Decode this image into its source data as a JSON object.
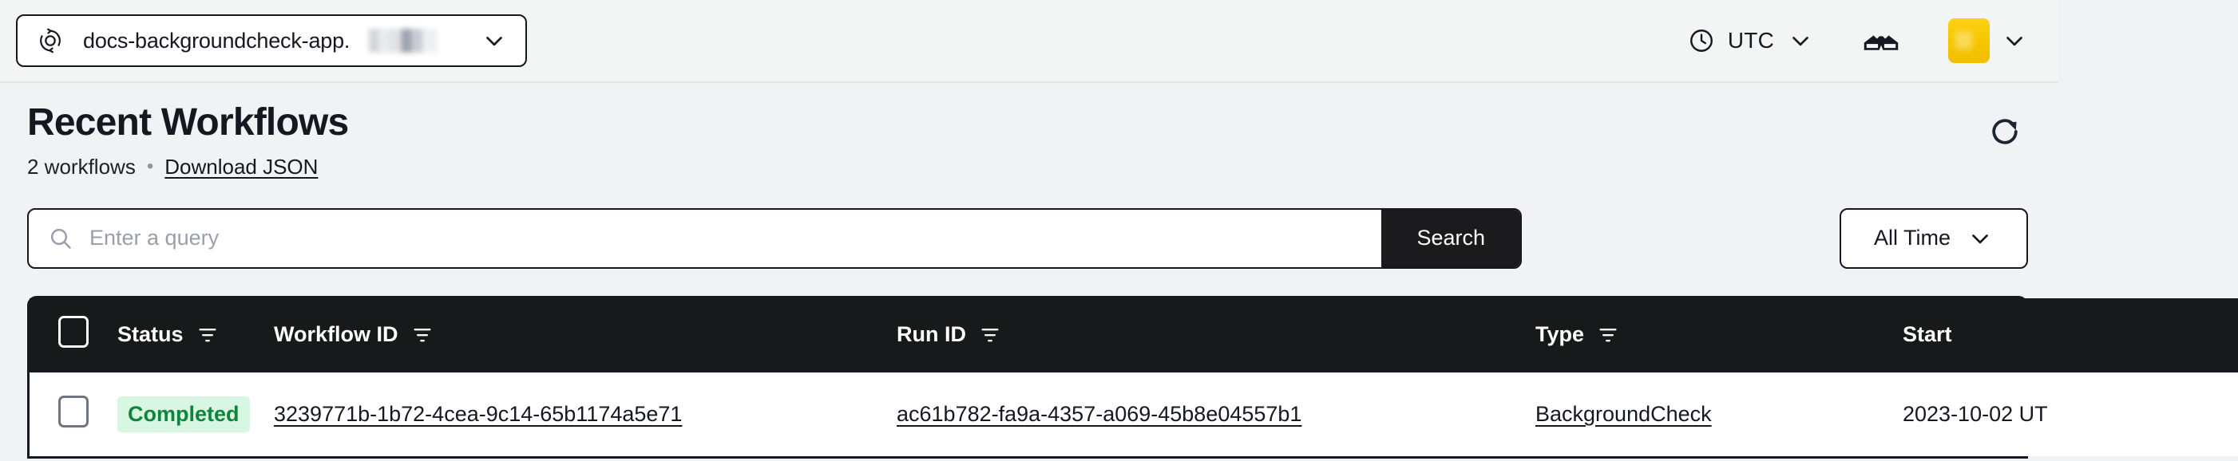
{
  "topnav": {
    "namespace": {
      "icon": "temporal-sync-icon",
      "label": "docs-backgroundcheck-app.",
      "redacted": true,
      "chevron": "chevron-down-icon"
    },
    "timezone": {
      "icon": "clock-icon",
      "label": "UTC",
      "chevron": "chevron-down-icon"
    },
    "labs": {
      "icon": "glasses-icon"
    },
    "account": {
      "icon": "avatar",
      "chevron": "chevron-down-icon"
    }
  },
  "page": {
    "title": "Recent Workflows",
    "count_label": "2 workflows",
    "separator": "•",
    "download_label": "Download JSON",
    "refresh_icon": "refresh-icon"
  },
  "search": {
    "icon": "search-icon",
    "placeholder": "Enter a query",
    "value": "",
    "button_label": "Search",
    "time_range": "All Time",
    "time_chevron": "chevron-down-icon"
  },
  "table": {
    "columns": [
      {
        "key": "check",
        "label": "",
        "filter": false
      },
      {
        "key": "status",
        "label": "Status",
        "filter": true
      },
      {
        "key": "wfid",
        "label": "Workflow ID",
        "filter": true
      },
      {
        "key": "runid",
        "label": "Run ID",
        "filter": true
      },
      {
        "key": "type",
        "label": "Type",
        "filter": true
      },
      {
        "key": "start",
        "label": "Start",
        "filter": false
      }
    ],
    "rows": [
      {
        "status": "Completed",
        "workflow_id": "3239771b-1b72-4cea-9c14-65b1174a5e71",
        "run_id": "ac61b782-fa9a-4357-a069-45b8e04557b1",
        "type": "BackgroundCheck",
        "start": "2023-10-02 UT"
      }
    ]
  },
  "colors": {
    "accent_dark": "#141821",
    "status_completed_text": "#10843c",
    "status_completed_bg": "#d7f7e3",
    "avatar_yellow": "#f6c500",
    "page_bg": "#f1f2f3"
  }
}
